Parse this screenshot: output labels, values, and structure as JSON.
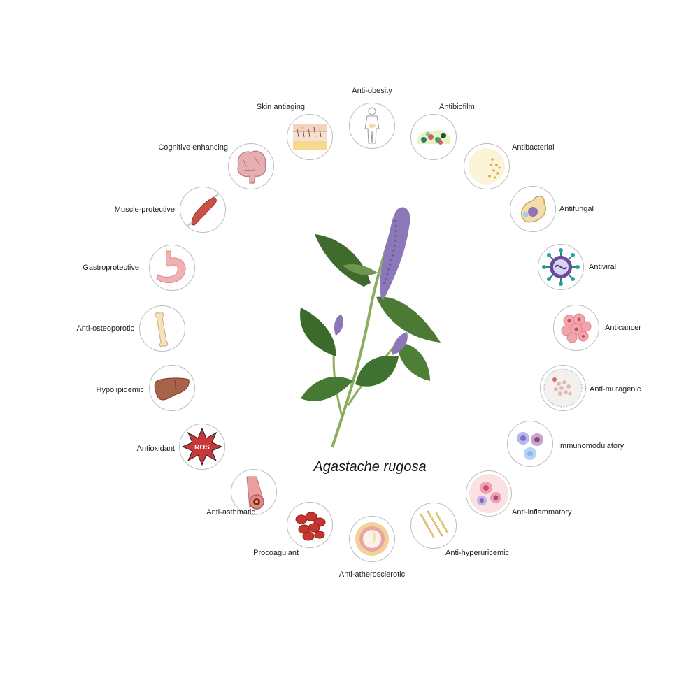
{
  "center": {
    "plant_name": "Agastache rugosa"
  },
  "activities": [
    {
      "id": "anti-obesity",
      "label": "Anti-obesity",
      "icon": "human-body-icon"
    },
    {
      "id": "antibiofilm",
      "label": "Antibiofilm",
      "icon": "biofilm-icon"
    },
    {
      "id": "antibacterial",
      "label": "Antibacterial",
      "icon": "bacteria-dish-icon"
    },
    {
      "id": "antifungal",
      "label": "Antifungal",
      "icon": "fungal-cell-icon"
    },
    {
      "id": "antiviral",
      "label": "Antiviral",
      "icon": "virus-icon"
    },
    {
      "id": "anticancer",
      "label": "Anticancer",
      "icon": "tumor-cells-icon"
    },
    {
      "id": "anti-mutagenic",
      "label": "Anti-mutagenic",
      "icon": "cell-nucleus-icon"
    },
    {
      "id": "immunomodulatory",
      "label": "Immunomodulatory",
      "icon": "immune-cells-icon"
    },
    {
      "id": "anti-inflammatory",
      "label": "Anti-inflammatory",
      "icon": "inflamed-cells-icon"
    },
    {
      "id": "anti-hyperuricemic",
      "label": "Anti-hyperuricemic",
      "icon": "uric-acid-crystals-icon"
    },
    {
      "id": "anti-atherosclerotic",
      "label": "Anti-atherosclerotic",
      "icon": "artery-plaque-icon"
    },
    {
      "id": "procoagulant",
      "label": "Procoagulant",
      "icon": "blood-clot-icon"
    },
    {
      "id": "anti-asthmatic",
      "label": "Anti-asthmatic",
      "icon": "bronchus-icon"
    },
    {
      "id": "antioxidant",
      "label": "Antioxidant",
      "icon": "ros-burst-icon",
      "icon_text": "ROS"
    },
    {
      "id": "hypolipidemic",
      "label": "Hypolipidemic",
      "icon": "liver-icon"
    },
    {
      "id": "anti-osteoporotic",
      "label": "Anti-osteoporotic",
      "icon": "bone-icon"
    },
    {
      "id": "gastroprotective",
      "label": "Gastroprotective",
      "icon": "stomach-icon"
    },
    {
      "id": "muscle-protective",
      "label": "Muscle-protective",
      "icon": "muscle-icon"
    },
    {
      "id": "cognitive-enhancing",
      "label": "Cognitive enhancing",
      "icon": "brain-icon"
    },
    {
      "id": "skin-antiaging",
      "label": "Skin antiaging",
      "icon": "skin-layers-icon"
    }
  ]
}
